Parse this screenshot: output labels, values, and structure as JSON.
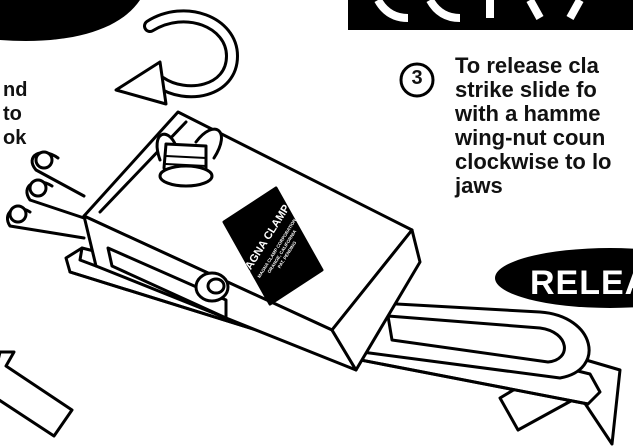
{
  "left_partial_text": [
    "nd",
    "to",
    "ok"
  ],
  "step": {
    "number": "3",
    "lines": [
      "To release cla",
      "strike slide fo",
      "with a hamme",
      "wing-nut coun",
      "clockwise to lo",
      "jaws"
    ]
  },
  "release_badge": "RELEA",
  "product_label": {
    "brand": "MAGNA CLAMP",
    "fine_print": [
      "MAGNA CLAMP CORPORATION",
      "ORANGE, CALIFORNIA",
      "PAT. PENDING"
    ]
  },
  "icons": [
    "circular-arrow-icon",
    "arrow-left-icon",
    "arrow-right-icon"
  ],
  "colors": {
    "ink": "#111111",
    "paper": "#ffffff"
  }
}
